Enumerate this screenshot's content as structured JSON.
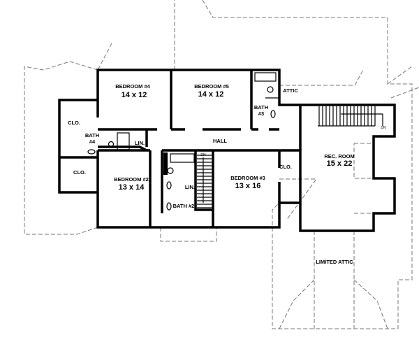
{
  "rooms": {
    "bedroom4": {
      "name": "BEDROOM #4",
      "size": "14 x 12"
    },
    "bedroom5": {
      "name": "BEDROOM #5",
      "size": "14 x 12"
    },
    "bedroom2": {
      "name": "BEDROOM #2",
      "size": "13 x 14"
    },
    "bedroom3": {
      "name": "BEDROOM #3",
      "size": "13 x 16"
    },
    "rec_room": {
      "name": "REC. ROOM",
      "size": "15 x 22"
    },
    "bath2": "BATH #2",
    "bath3": [
      "BATH",
      "#3"
    ],
    "bath4": [
      "BATH",
      "#4"
    ],
    "hall": "HALL",
    "closet_top_left": "CLO.",
    "closet_bottom_left": "CLO.",
    "closet_right": "CLO.",
    "linen_1": "LIN.",
    "linen_2": "LIN.",
    "attic": "ATTIC",
    "limited_attic": "LIMITED ATTIC",
    "stair_down_1": "DN",
    "stair_down_2": "DN"
  }
}
